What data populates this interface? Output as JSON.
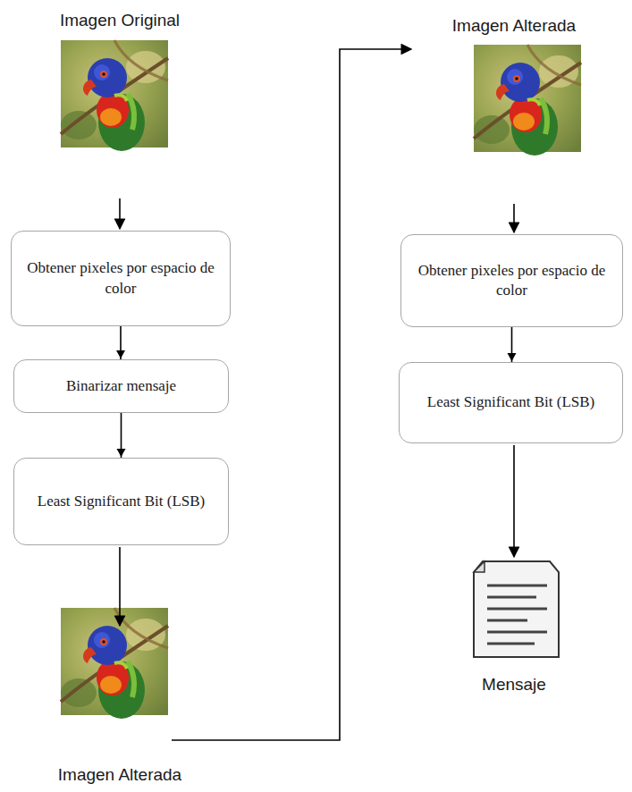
{
  "diagram": {
    "nodes": [
      {
        "text": [
          "Obtener pixeles por espacio de color"
        ]
      },
      {
        "text": [
          "Binarizar mensaje"
        ]
      },
      {
        "text": [
          "Least Significant Bit (LSB)"
        ]
      },
      {
        "text": [
          "Obtener pixeles por espacio de color"
        ]
      },
      {
        "text": [
          "Least Significant Bit (LSB)"
        ]
      }
    ],
    "edges": [
      {
        "from": 0,
        "to": 1,
        "arrow": "to"
      },
      {
        "from": 1,
        "to": 2,
        "arrow": "to"
      },
      {
        "from": 3,
        "to": 4,
        "arrow": "to"
      }
    ],
    "labels": [
      "Imagen Original",
      "Imagen Alterada",
      "Imagen Alterada",
      "Mensaje"
    ]
  }
}
